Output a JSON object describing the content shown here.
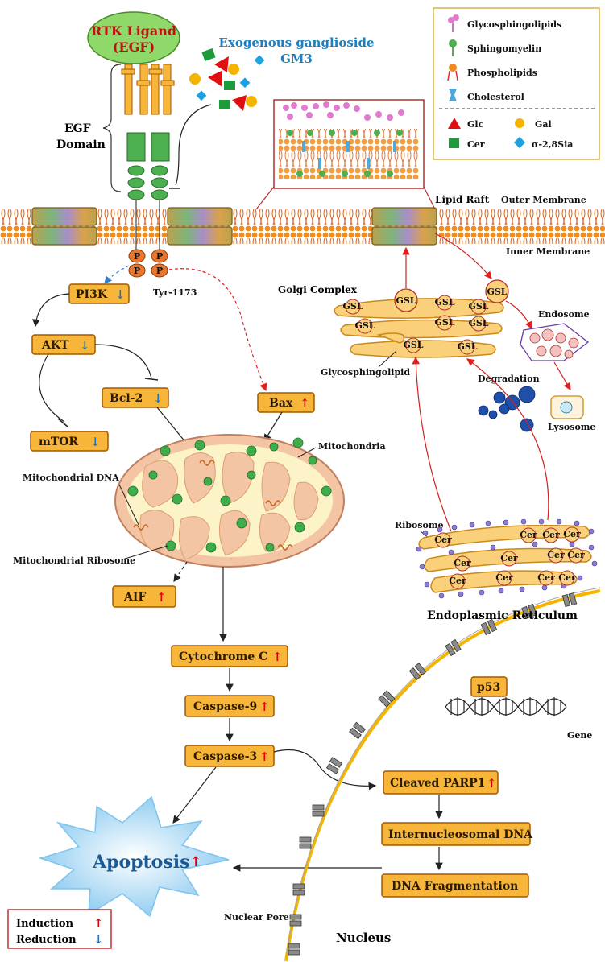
{
  "receptor": {
    "ligand_line1": "RTK Ligand",
    "ligand_line2": "(EGF)",
    "domain_line1": "EGF",
    "domain_line2": "Domain",
    "phospho": "P",
    "tyr": "Tyr-1173"
  },
  "ganglioside": {
    "line1": "Exogenous ganglioside",
    "line2": "GM3"
  },
  "legend_top": {
    "items": [
      {
        "label": "Glycosphingolipids",
        "icon": "glycosphingolipid-icon"
      },
      {
        "label": "Sphingomyelin",
        "icon": "sphingomyelin-icon"
      },
      {
        "label": "Phospholipids",
        "icon": "phospholipid-icon"
      },
      {
        "label": "Cholesterol",
        "icon": "cholesterol-icon"
      }
    ],
    "sugars": {
      "glc": "Glc",
      "gal": "Gal",
      "cer": "Cer",
      "sia": "α-2,8Sia"
    },
    "colors": {
      "glc": "#e01010",
      "gal": "#f4b400",
      "cer": "#1e9a3c",
      "sia": "#1aa3e0"
    }
  },
  "membrane": {
    "outer": "Outer Membrane",
    "inner": "Inner Membrane",
    "lipid_raft": "Lipid  Raft"
  },
  "signaling": {
    "pi3k": "PI3K",
    "akt": "AKT",
    "mtor": "mTOR",
    "bcl2": "Bcl-2",
    "bax": "Bax",
    "aif": "AIF",
    "cytochrome": "Cytochrome C",
    "casp9": "Caspase-9",
    "casp3": "Caspase-3",
    "parp": "Cleaved PARP1",
    "internucleosomal": "Internucleosomal DNA",
    "fragmentation": "DNA Fragmentation",
    "p53": "p53"
  },
  "mito": {
    "title": "Mitochondria",
    "dna": "Mitochondrial DNA",
    "ribosome": "Mitochondrial Ribosome"
  },
  "golgi": {
    "title": "Golgi Complex",
    "gsl": "GSL",
    "glyco": "Glycosphingolipid",
    "endosome": "Endosome",
    "degradation": "Degradation",
    "lysosome": "Lysosome"
  },
  "er": {
    "ribosome": "Ribosome",
    "cer": "Cer",
    "title": "Endoplasmic    Reticulum"
  },
  "nucleus": {
    "gene": "Gene",
    "pore": "Nuclear Pore",
    "title": "Nucleus"
  },
  "apoptosis": "Apoptosis",
  "legend_bottom": {
    "induction": "Induction",
    "reduction": "Reduction"
  },
  "arrows": {
    "up": "↑",
    "down": "↓"
  }
}
